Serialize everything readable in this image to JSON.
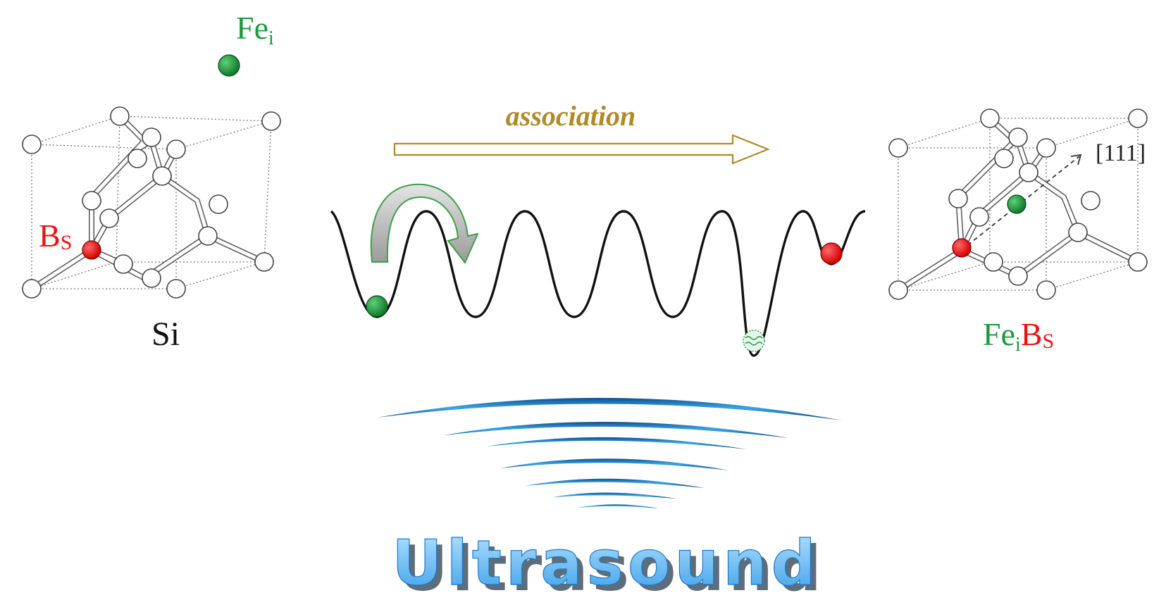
{
  "labels": {
    "fe_top_main": "Fe",
    "fe_top_sub": "i",
    "bs_main": "B",
    "bs_sub": "S",
    "si": "Si",
    "association": "association",
    "direction": "[111]",
    "complex_fe": "Fe",
    "complex_fe_sub": "i",
    "complex_b": "B",
    "complex_b_sub": "S",
    "ultrasound": "Ultrasound"
  },
  "colors": {
    "fe_green": "#1a9a3a",
    "b_red": "#ee1111",
    "association_gold": "#b08a2a",
    "ultrasound_blue": "#1e78c8",
    "ultrasound_fill": "#6cc0f5",
    "ultrasound_shadow": "#5d6d7a"
  }
}
